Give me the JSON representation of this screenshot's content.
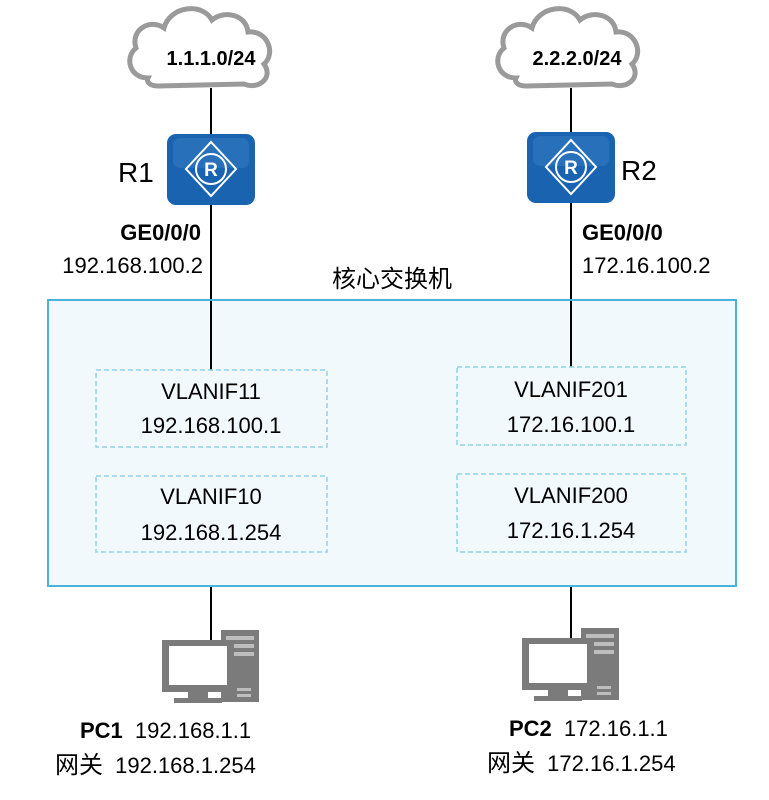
{
  "clouds": {
    "left": {
      "label": "1.1.1.0/24"
    },
    "right": {
      "label": "2.2.2.0/24"
    }
  },
  "routers": {
    "r1": {
      "name": "R1",
      "port": "GE0/0/0",
      "ip": "192.168.100.2"
    },
    "r2": {
      "name": "R2",
      "port": "GE0/0/0",
      "ip": "172.16.100.2"
    }
  },
  "switch": {
    "title": "核心交换机",
    "vlanifs": {
      "v11": {
        "name": "VLANIF11",
        "ip": "192.168.100.1"
      },
      "v10": {
        "name": "VLANIF10",
        "ip": "192.168.1.254"
      },
      "v201": {
        "name": "VLANIF201",
        "ip": "172.16.100.1"
      },
      "v200": {
        "name": "VLANIF200",
        "ip": "172.16.1.254"
      }
    }
  },
  "pcs": {
    "pc1": {
      "name": "PC1",
      "ip": "192.168.1.1",
      "gateway_label": "网关",
      "gateway": "192.168.1.254"
    },
    "pc2": {
      "name": "PC2",
      "ip": "172.16.1.1",
      "gateway_label": "网关",
      "gateway": "172.16.1.254"
    }
  },
  "colors": {
    "router_blue": "#1a63b0",
    "switch_border": "#4bb3db",
    "switch_fill": "#f2f9fc",
    "vlanif_border": "#8fd3ea",
    "cloud_stroke": "#9a9a9a",
    "link": "#000000",
    "pc_gray": "#7b7b7b"
  }
}
